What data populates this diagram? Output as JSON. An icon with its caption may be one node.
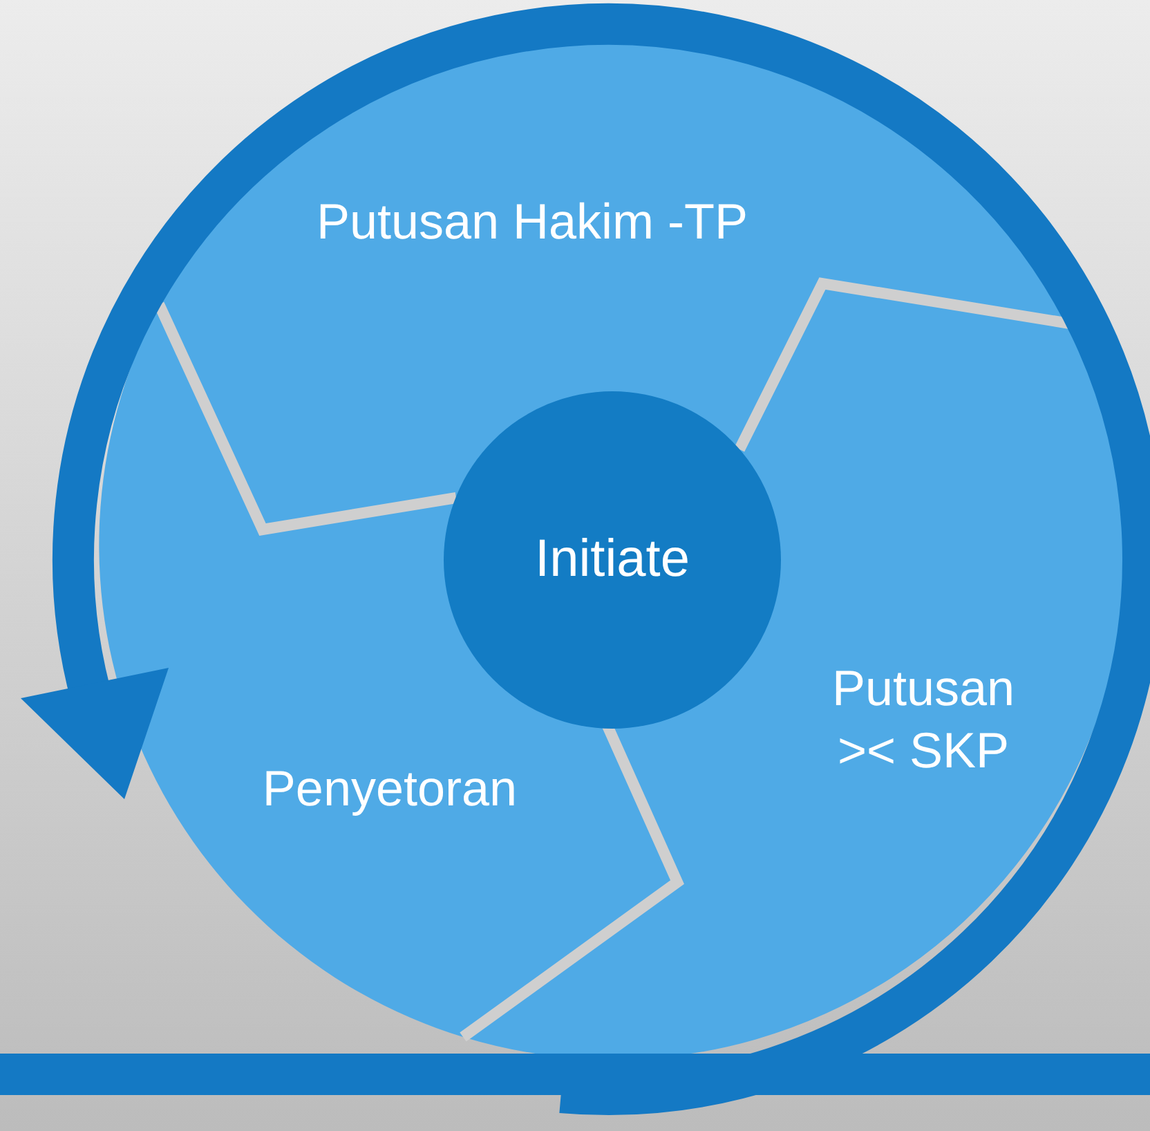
{
  "diagram": {
    "nodes": [
      {
        "text": [
          "Putusan Hakim -TP"
        ]
      },
      {
        "text": [
          "Initiate"
        ]
      },
      {
        "text": [
          "Putusan >< SKP"
        ]
      },
      {
        "text": [
          "Penyetoran"
        ]
      }
    ]
  }
}
